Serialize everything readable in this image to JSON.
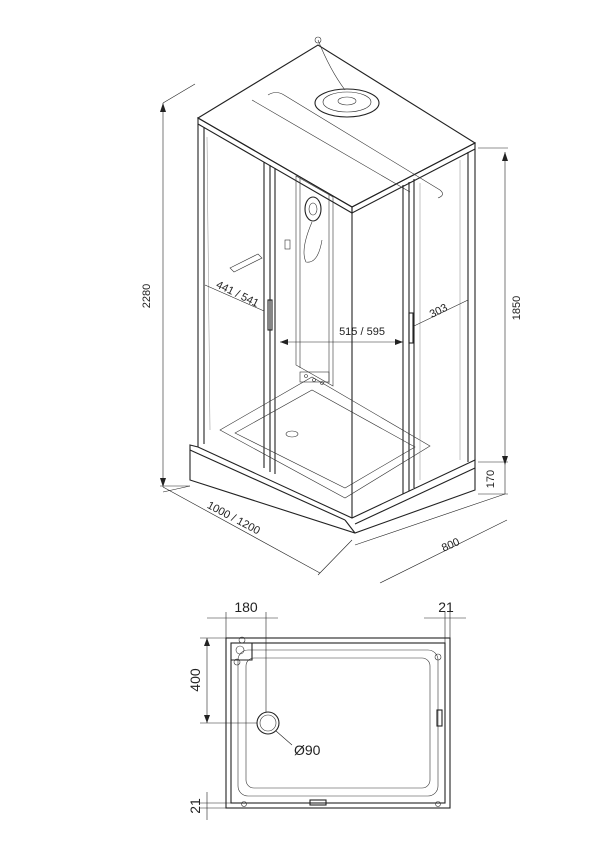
{
  "drawing_3d": {
    "height_total": "2280",
    "height_door": "1850",
    "height_tray": "170",
    "width": "1000 / 1200",
    "depth": "800",
    "door_opening_left": "441 / 541",
    "door_opening_center": "515 / 595",
    "door_offset_right": "303"
  },
  "drawing_plan": {
    "dim_left_offset": "180",
    "dim_right_offset": "21",
    "dim_height": "400",
    "dim_bottom": "21",
    "drain_diameter": "Ø90"
  }
}
